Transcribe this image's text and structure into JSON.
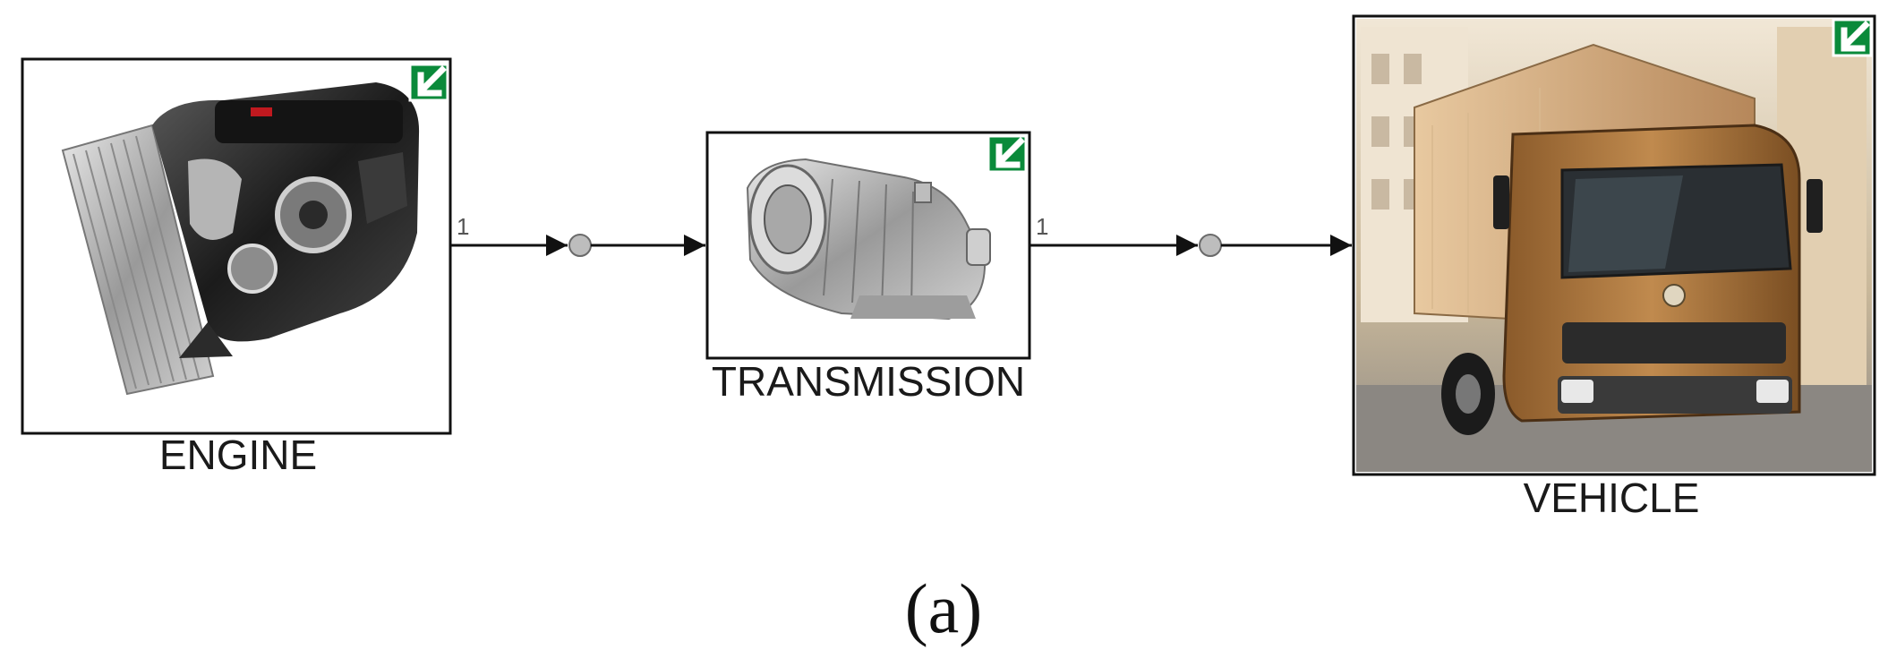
{
  "blocks": {
    "engine": {
      "label": "ENGINE",
      "output_port": "1"
    },
    "transmission": {
      "label": "TRANSMISSION",
      "output_port": "1"
    },
    "vehicle": {
      "label": "VEHICLE"
    }
  },
  "caption": "(a)",
  "colors": {
    "link_icon_bg": "#0a8a3a",
    "link_icon_arrow": "#ffffff",
    "wire": "#111111",
    "junction": "#bdbdbd"
  },
  "icons": {
    "block_link": "link-arrow-icon",
    "junction": "connector-node-icon"
  }
}
